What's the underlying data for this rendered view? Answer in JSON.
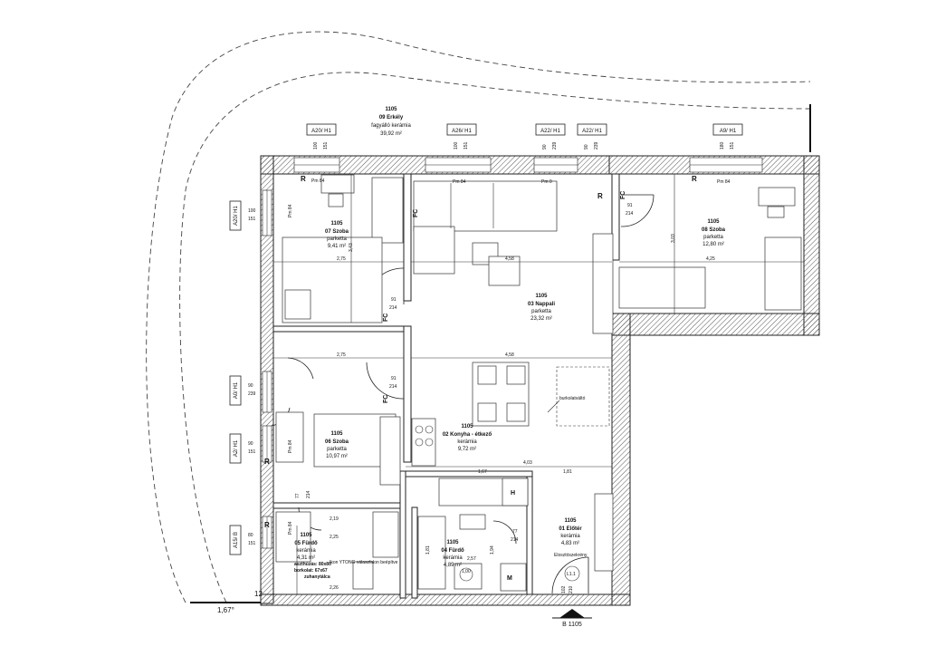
{
  "rooms": [
    {
      "id": "erkely",
      "num": "1105",
      "name": "09 Erkély",
      "finish": "fagyálló kerámia",
      "area": "39,92 m²"
    },
    {
      "id": "szoba07",
      "num": "1105",
      "name": "07 Szoba",
      "finish": "parketta",
      "area": "9,41 m²"
    },
    {
      "id": "nappali",
      "num": "1105",
      "name": "03 Nappali",
      "finish": "parketta",
      "area": "23,32 m²"
    },
    {
      "id": "szoba08",
      "num": "1105",
      "name": "08 Szoba",
      "finish": "parketta",
      "area": "12,80 m²"
    },
    {
      "id": "szoba06",
      "num": "1105",
      "name": "06 Szoba",
      "finish": "parketta",
      "area": "10,97 m²"
    },
    {
      "id": "konyha",
      "num": "1105",
      "name": "02 Konyha - étkező",
      "finish": "kerámia",
      "area": "9,72 m²"
    },
    {
      "id": "furdo05",
      "num": "1105",
      "name": "05 Fürdő",
      "finish": "kerámia",
      "area": "4,31 m²"
    },
    {
      "id": "furdo04",
      "num": "1105",
      "name": "04 Fürdő",
      "finish": "kerámia",
      "area": "4,89 m²"
    },
    {
      "id": "eloter",
      "num": "1105",
      "name": "01 Előtér",
      "finish": "kerámia",
      "area": "4,83 m²"
    }
  ],
  "window_tags": [
    "A20/ H1",
    "A26/ H1",
    "A22/ H1",
    "A22/ H1",
    "A9/ H1",
    "A20/ H1",
    "A0/ H1",
    "A2/ H1",
    "A15/ B"
  ],
  "window_dims_top": [
    [
      "100",
      "151"
    ],
    [
      "100",
      "151"
    ],
    [
      "90",
      "239"
    ],
    [
      "90",
      "239"
    ],
    [
      "180",
      "151"
    ]
  ],
  "window_dims_left": [
    [
      "100",
      "151"
    ],
    [
      "90",
      "239"
    ],
    [
      "90",
      "151"
    ],
    [
      "80",
      "151"
    ]
  ],
  "door_dims": [
    [
      "91",
      "214"
    ],
    [
      "91",
      "214"
    ],
    [
      "91",
      "214"
    ],
    [
      "77",
      "214"
    ],
    [
      "77",
      "214"
    ],
    [
      "102",
      "210"
    ]
  ],
  "dimensions": [
    "2,75",
    "4,58",
    "4,25",
    "2,75",
    "4,58",
    "4,03",
    "1,67",
    "1,81",
    "3,03",
    "3,43",
    "2,19",
    "2,25",
    "2,26",
    "2,57",
    "1,94",
    "1,81",
    "1,00"
  ],
  "symbols": {
    "r": "R",
    "fc": "FC",
    "pm84": "Pm 84",
    "pm0": "Pm 0",
    "h": "H",
    "m": "M",
    "l11": "L1.1"
  },
  "annotations": {
    "burkolat": "burkolatváltó",
    "elosztoszekreny": "Elosztószekrény",
    "note1": "aszthúzás: 80x80",
    "note2": "borkolat: 67x67",
    "note3": "zuhanytálca",
    "note4": "Ikon YTONG válaszfalon beépítve"
  },
  "section_mark": "B 1105",
  "level": "1,67°",
  "level_num": "12"
}
